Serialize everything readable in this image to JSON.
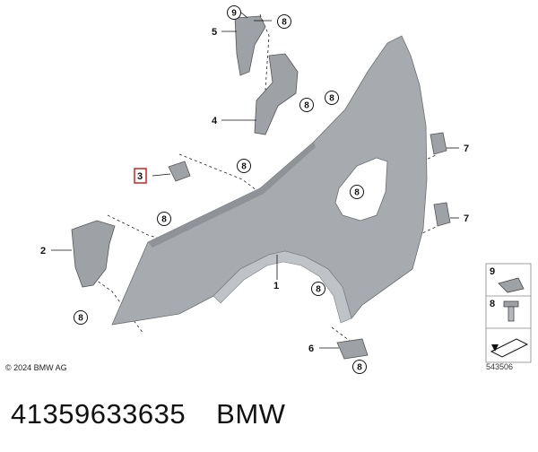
{
  "callouts": {
    "c1": "1",
    "c2": "2",
    "c3": "3",
    "c4": "4",
    "c5": "5",
    "c6": "6",
    "c7a": "7",
    "c7b": "7",
    "c8": "8",
    "c9": "9"
  },
  "legend": {
    "item9": "9",
    "item8": "8"
  },
  "copyright": "© 2024 BMW AG",
  "doc_number": "543506",
  "footer": {
    "part_number": "41359633635",
    "brand": "BMW"
  }
}
